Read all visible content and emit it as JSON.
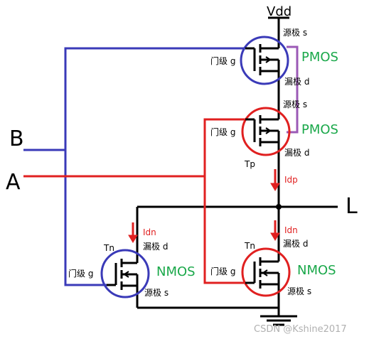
{
  "supply": "Vdd",
  "inputs": {
    "b": "B",
    "a": "A"
  },
  "output": "L",
  "pmos_top": {
    "type": "PMOS",
    "gate": "门级 g",
    "source": "源极 s",
    "drain": "漏极 d"
  },
  "pmos_bottom": {
    "type": "PMOS",
    "gate": "门级 g",
    "source": "源极 s",
    "drain": "漏极 d",
    "name": "Tp"
  },
  "nmos_left": {
    "type": "NMOS",
    "gate": "门级 g",
    "source": "源极 s",
    "drain": "漏极 d",
    "name": "Tn",
    "current": "Idn"
  },
  "nmos_right": {
    "type": "NMOS",
    "gate": "门级 g",
    "source": "源极 s",
    "drain": "漏极 d",
    "name": "Tn",
    "current": "Idn"
  },
  "pmos_current": "Idp",
  "watermark": "CSDN @Kshine2017",
  "colors": {
    "wire_b": "#3a3ab8",
    "wire_a": "#e02020",
    "pmos_circle": "#3a3ab8",
    "pmos2_circle": "#e02020",
    "link": "#9b59b6",
    "type_label": "#1aa84a"
  }
}
